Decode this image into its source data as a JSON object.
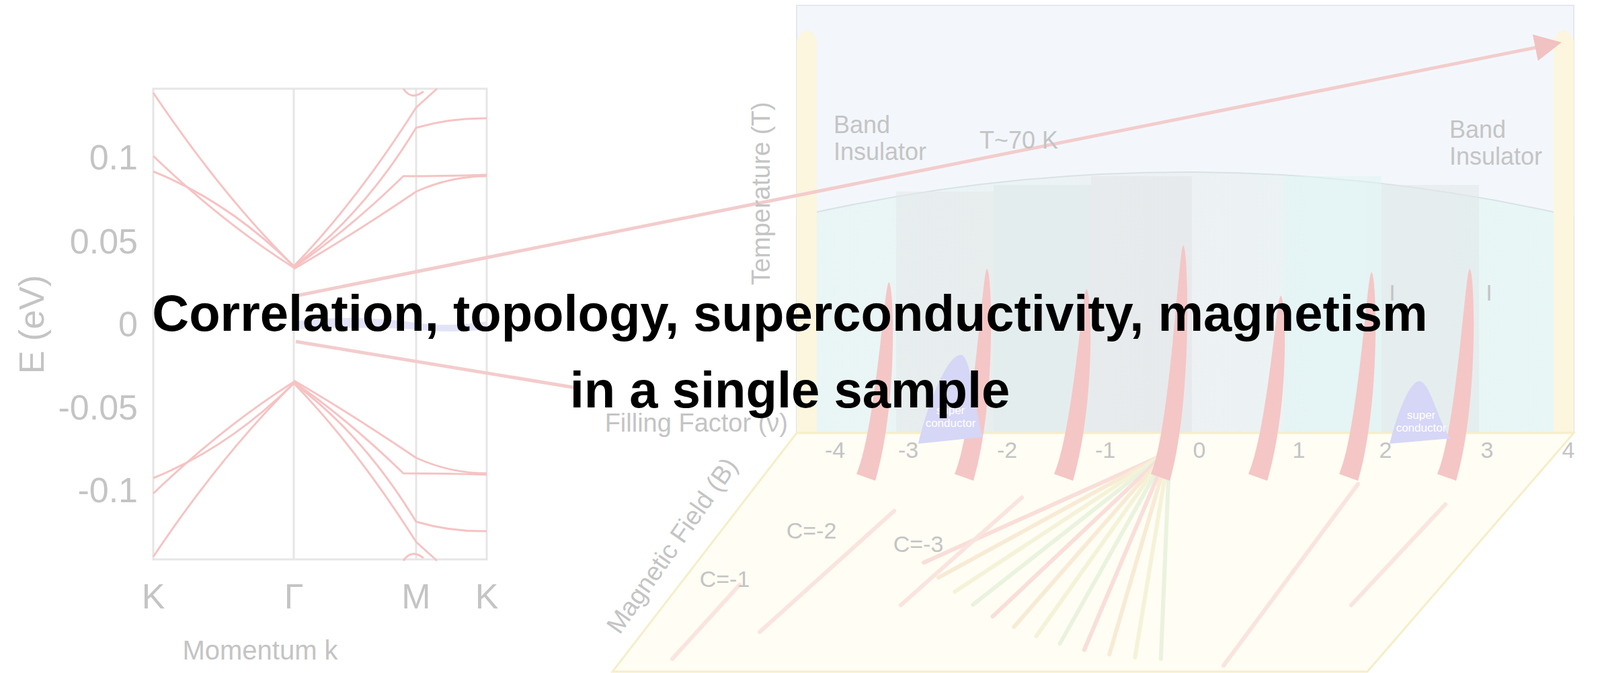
{
  "diagram": {
    "title": "Correlation, topology, superconductivity, magnetism in a single sample",
    "nodes": [
      {
        "text": [
          "super conductor"
        ]
      },
      {
        "text": [
          "super conductor"
        ]
      }
    ],
    "labels": [
      "0.1",
      "0.05",
      "0",
      "-0.05",
      "-0.1",
      "E (eV)",
      "K",
      "Γ",
      "M",
      "K",
      "Momentum k",
      "Temperature (T)",
      "Band Insulator",
      "T~70 K",
      "Band Insulator",
      "I",
      "I",
      "Filling Factor (ν)",
      "-4",
      "-3",
      "-2",
      "-1",
      "0",
      "1",
      "2",
      "3",
      "4",
      "Magnetic Field (B)",
      "C=-1",
      "C=-2",
      "C=-3"
    ]
  }
}
